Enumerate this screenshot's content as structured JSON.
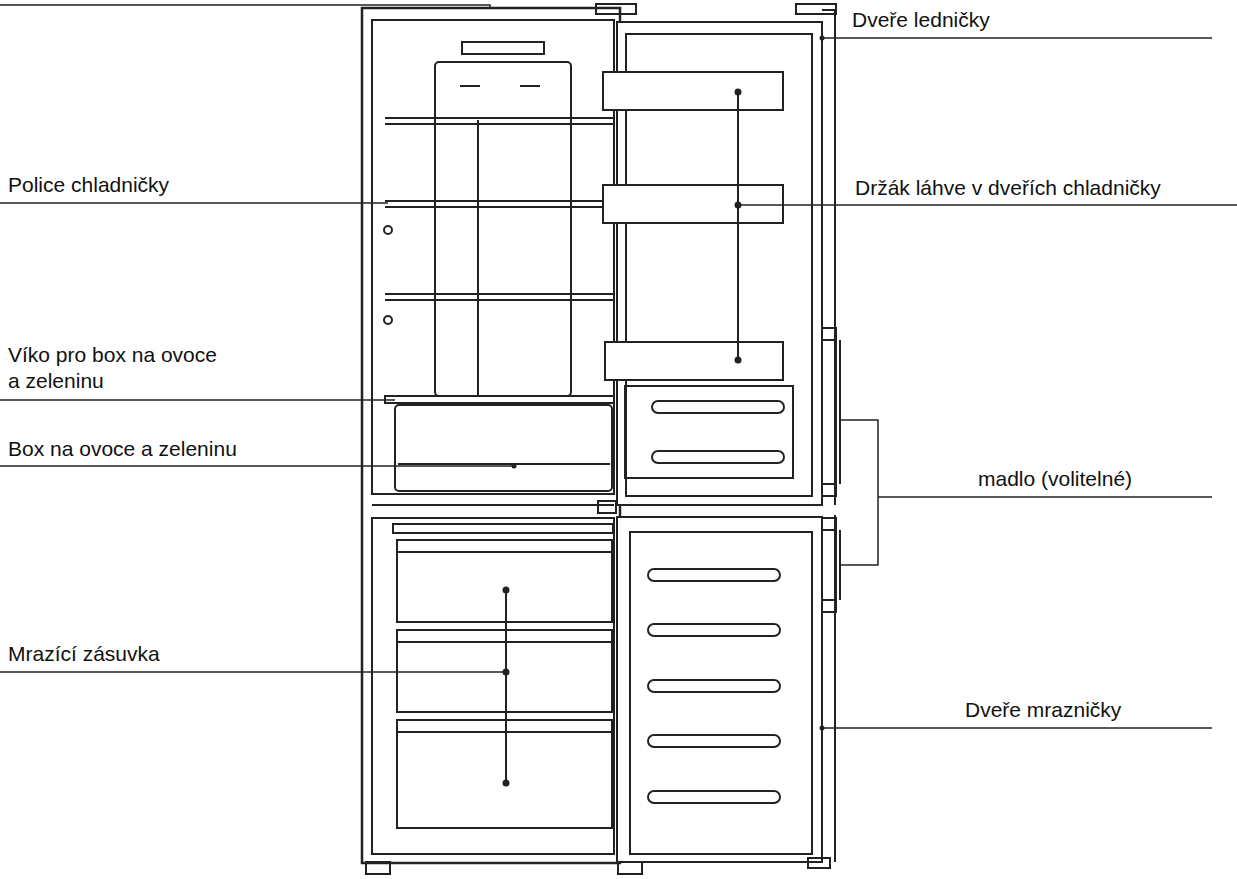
{
  "diagram": {
    "labels": [
      "Police chladničky",
      "Víko pro box na ovoce a zeleninu",
      "Box na ovoce a zeleninu",
      "Mrazící zásuvka",
      "Dveře ledničky",
      "Držák láhve v dveřích chladničky",
      "madlo (volitelné)",
      "Dveře mrazničky"
    ]
  }
}
